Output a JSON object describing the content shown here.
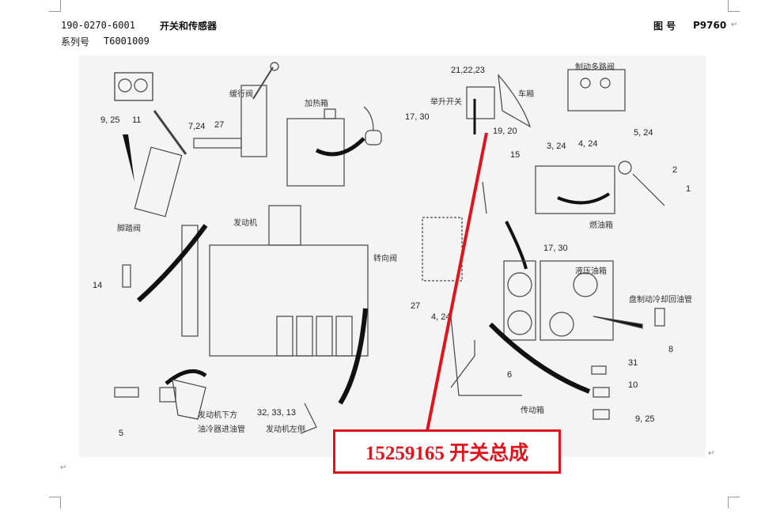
{
  "header": {
    "doc_code": "190-0270-6001",
    "title": "开关和传感器",
    "figure_label": "图 号",
    "figure_no": "P9760",
    "series_label": "系列号",
    "series_no": "T6001009"
  },
  "diagram": {
    "labels": {
      "l_9_25_top": "9, 25",
      "l_11": "11",
      "l_7_24": "7,24",
      "l_27_top": "27",
      "l_17_30_top": "17, 30",
      "l_21_22_23": "21,22,23",
      "l_19_20": "19, 20",
      "l_3_24": "3, 24",
      "l_4_24_top": "4, 24",
      "l_5_24": "5, 24",
      "l_15": "15",
      "l_2": "2",
      "l_1": "1",
      "l_14": "14",
      "l_17_30_mid": "17, 30",
      "l_27_mid": "27",
      "l_4_24_mid": "4, 24",
      "l_8": "8",
      "l_6": "6",
      "l_31": "31",
      "l_10": "10",
      "l_9_25_bot": "9, 25",
      "l_5": "5",
      "l_32_33_13": "32, 33, 13"
    },
    "components": {
      "c_slow_valve": "缓行阀",
      "c_heater_box": "加热箱",
      "c_brake_multi_valve": "制动多路阀",
      "c_lift_switch": "举升开关",
      "c_cab": "车厢",
      "c_pedal_valve": "脚踏阀",
      "c_engine": "发动机",
      "c_fuel_tank": "燃油箱",
      "c_steering_valve": "转向阀",
      "c_hyd_tank": "液压油箱",
      "c_brake_cooling_return": "盘制动冷却回油管",
      "c_transmission": "传动箱",
      "c_engine_below": "发动机下方",
      "c_oil_cooler_inlet": "油冷器进油管",
      "c_engine_left": "发动机左侧"
    }
  },
  "callout": {
    "text": "15259165  开关总成",
    "color": "#e0141c"
  }
}
